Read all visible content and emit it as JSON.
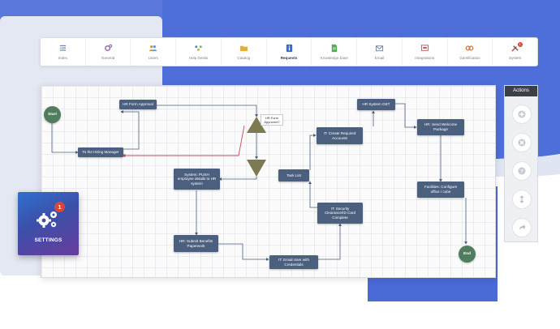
{
  "toolbar": {
    "items": [
      {
        "label": "Index",
        "icon": "index-icon",
        "color": "#6b7fa8"
      },
      {
        "label": "General",
        "icon": "gears-icon",
        "color": "#9a6bb8"
      },
      {
        "label": "Users",
        "icon": "users-icon",
        "color": "#d49a3a"
      },
      {
        "label": "Help Desks",
        "icon": "help-desks-icon",
        "color": "#4f86c6"
      },
      {
        "label": "Catalog",
        "icon": "folder-icon",
        "color": "#e0b040"
      },
      {
        "label": "Requests",
        "icon": "info-icon",
        "color": "#2f6fcf"
      },
      {
        "label": "Knowledge base",
        "icon": "document-icon",
        "color": "#4caf50"
      },
      {
        "label": "Email",
        "icon": "email-icon",
        "color": "#6b7fa8"
      },
      {
        "label": "Integrations",
        "icon": "integrations-icon",
        "color": "#c94a5a"
      },
      {
        "label": "Gamification",
        "icon": "gamification-icon",
        "color": "#e07a3a"
      },
      {
        "label": "System",
        "icon": "system-tools-icon",
        "color": "#c94a4a",
        "badge": "1"
      }
    ],
    "active_index": 5
  },
  "workflow": {
    "start_label": "Start",
    "end_label": "End",
    "nodes": {
      "hr_form_approval": "HR Form Approval",
      "to_hiring_manager": "To the Hiring Manager",
      "hr_form_approved_tag": "HR Form Approved?",
      "system_push": "System: PUSH employee details to HR system",
      "hr_submit_benefits": "HR: Submit Benefits Paperwork",
      "it_email_user": "IT: Email User with Credentials",
      "task_list": "Task List",
      "it_create_accounts": "IT: Create Required Accounts",
      "hr_system_get": "HR System GET",
      "it_security": "IT: Security Clearance/ID Card Complete",
      "hr_send_welcome": "HR: Send Welcome Package",
      "facilities_configure": "Facilities: Configure office / cube"
    }
  },
  "actions": {
    "title": "Actions",
    "buttons": [
      {
        "name": "add-icon",
        "glyph": "+"
      },
      {
        "name": "remove-icon",
        "glyph": "×"
      },
      {
        "name": "help-icon",
        "glyph": "?"
      },
      {
        "name": "resize-vertical-icon",
        "glyph": "↕"
      },
      {
        "name": "share-icon",
        "glyph": "➦"
      }
    ]
  },
  "settings_card": {
    "label": "SETTINGS",
    "badge": "1"
  },
  "colors": {
    "node": "#4b5f7e",
    "start_end": "#4f7d5e",
    "decision": "#7d7a52",
    "reject_line": "#c94a5a",
    "brand_blue": "#4a6ad6"
  }
}
